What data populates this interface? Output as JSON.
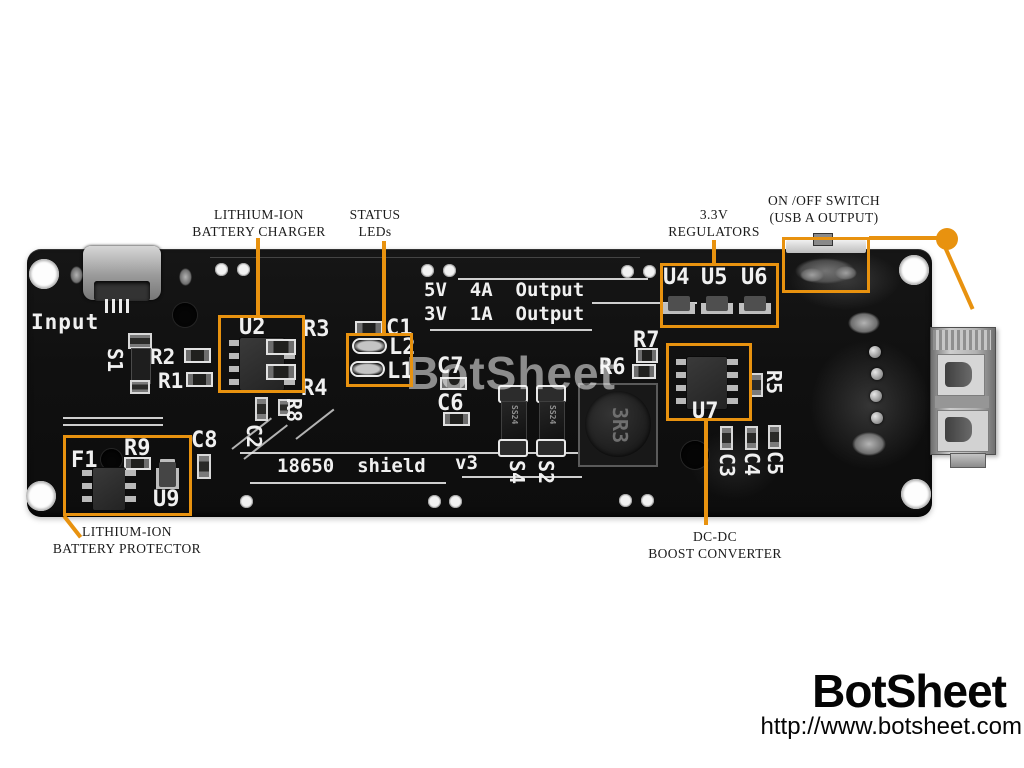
{
  "colors": {
    "annotation_orange": "#e8920f",
    "board_black": "#101010",
    "silkscreen_white": "#f0f0f0"
  },
  "callouts": {
    "battery_charger": {
      "line1": "LITHIUM-ION",
      "line2": "BATTERY CHARGER"
    },
    "status_leds": {
      "line1": "STATUS",
      "line2": "LEDs"
    },
    "regulators": {
      "line1": "3.3V",
      "line2": "REGULATORS"
    },
    "on_off_switch": {
      "line1": "ON /OFF SWITCH",
      "line2": "(USB A OUTPUT)"
    },
    "battery_protector": {
      "line1": "LITHIUM-ION",
      "line2": "BATTERY PROTECTOR"
    },
    "boost_converter": {
      "line1": "DC-DC",
      "line2": "BOOST CONVERTER"
    }
  },
  "silkscreen": {
    "input": "Input",
    "output_5v": "5V  4A  Output",
    "output_3v": "3V  1A  Output",
    "board_name": "18650  shield",
    "board_version": "v3",
    "refs": {
      "u2": "U2",
      "r3": "R3",
      "r4": "R4",
      "c1": "C1",
      "l2": "L2",
      "l1": "L1",
      "r2": "R2",
      "r1": "R1",
      "s1": "S1",
      "c2": "C2",
      "c8": "C8",
      "r8": "R8",
      "f1": "F1",
      "r9": "R9",
      "u9": "U9",
      "c7": "C7",
      "c6": "C6",
      "s4": "S4",
      "s2": "S2",
      "r7": "R7",
      "r6": "R6",
      "u7": "U7",
      "r5": "R5",
      "c3": "C3",
      "c4": "C4",
      "c5": "C5",
      "u4": "U4",
      "u5": "U5",
      "u6": "U6"
    },
    "markings": {
      "inductor": "3R3",
      "diode1": "SS24",
      "diode2": "SS24"
    }
  },
  "watermark": "BotSheet",
  "branding": {
    "name": "BotSheet",
    "url": "http://www.botsheet.com"
  }
}
